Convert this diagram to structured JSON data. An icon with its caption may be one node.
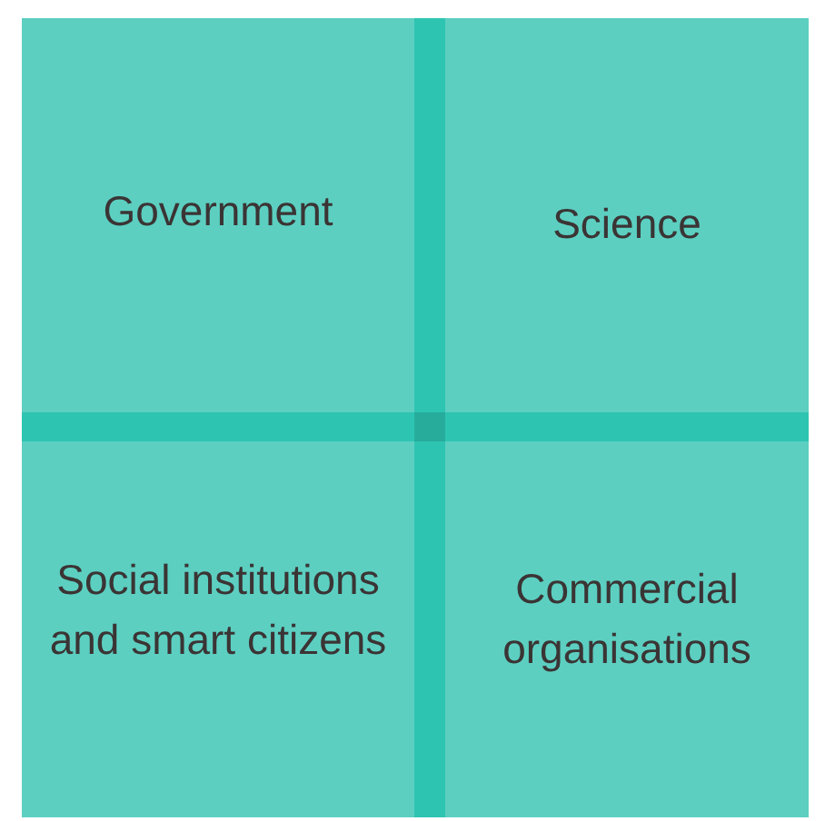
{
  "diagram": {
    "nodes": [
      {
        "text": [
          "Government"
        ]
      },
      {
        "text": [
          "Science"
        ]
      },
      {
        "text": [
          "Social institutions and smart citizens"
        ]
      },
      {
        "text": [
          "Commercial organisations"
        ]
      }
    ]
  }
}
